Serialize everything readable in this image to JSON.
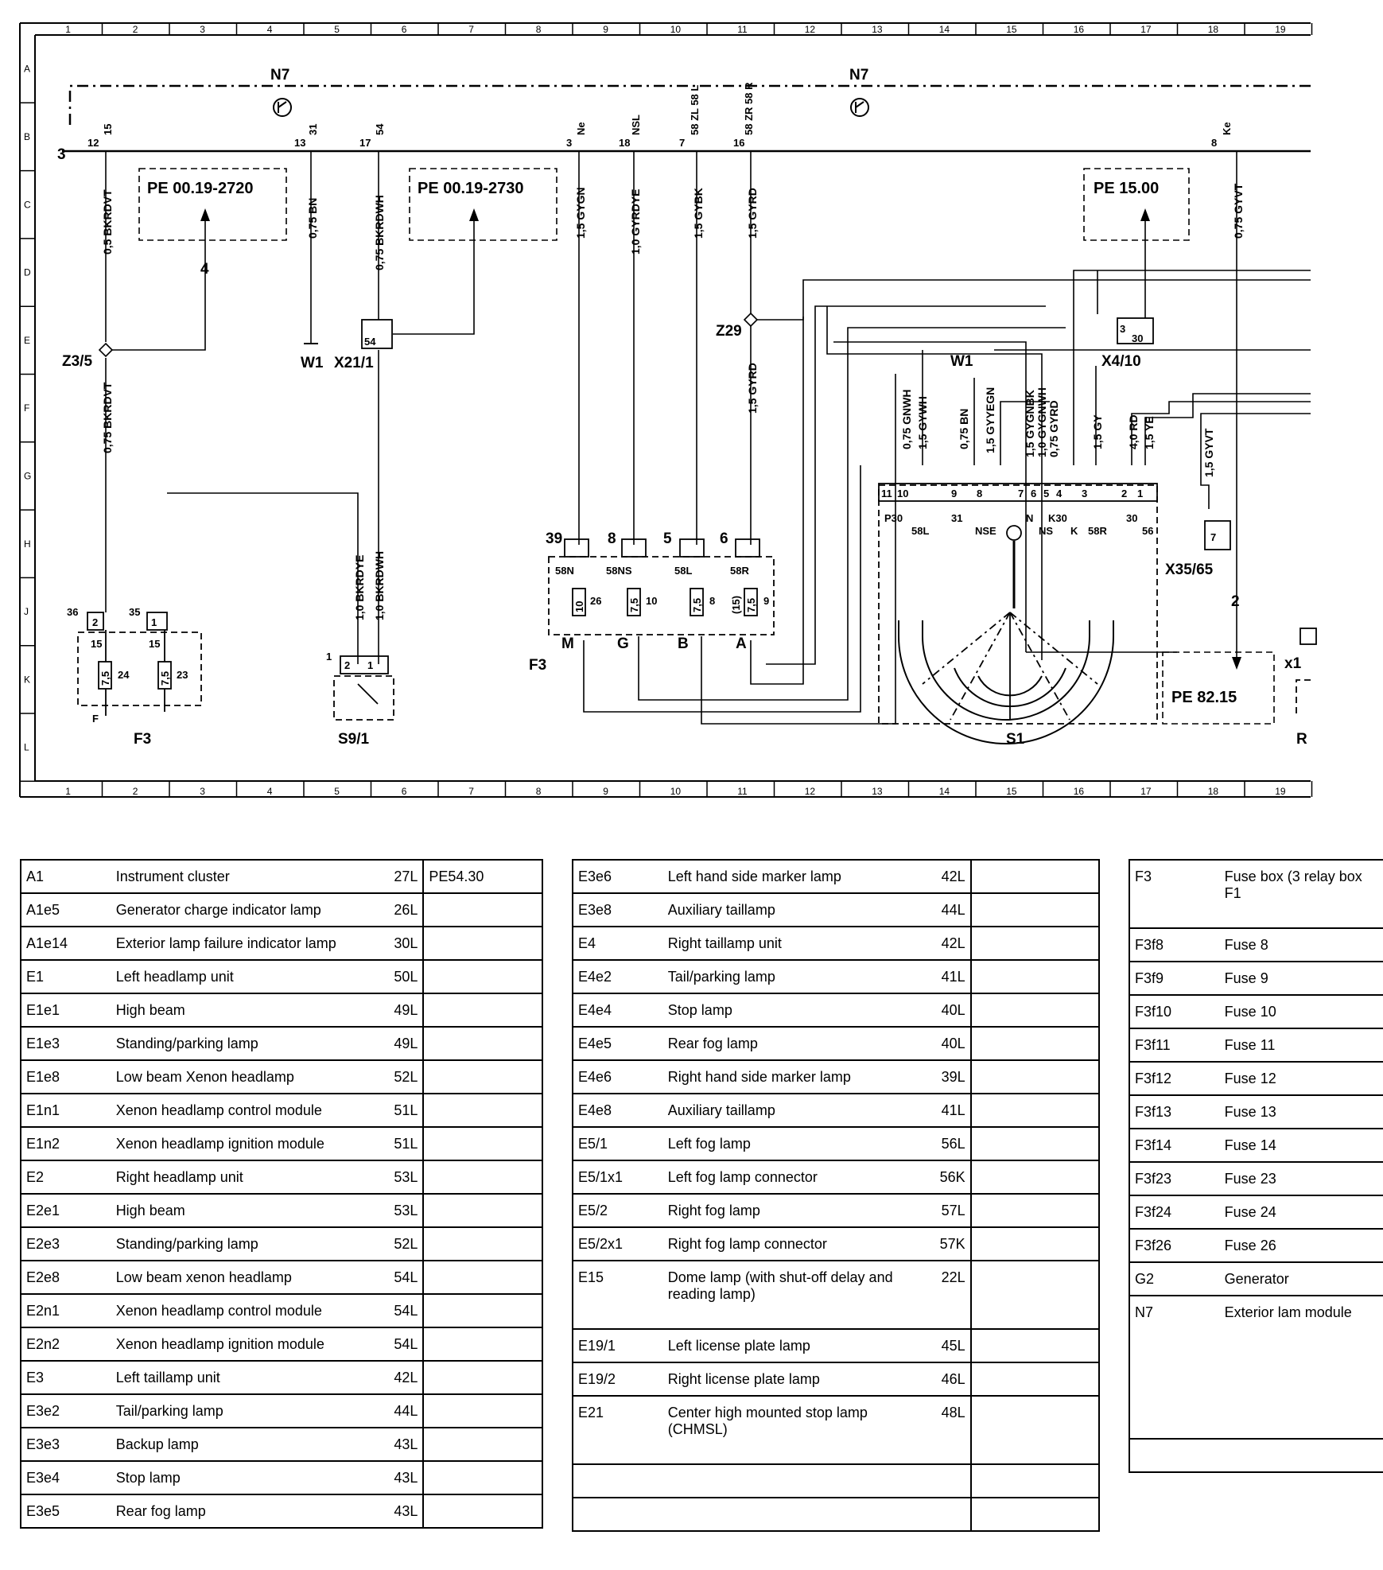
{
  "grid": {
    "columns": [
      "1",
      "2",
      "3",
      "4",
      "5",
      "6",
      "7",
      "8",
      "9",
      "10",
      "11",
      "12",
      "13",
      "14",
      "15",
      "16",
      "17",
      "18",
      "19"
    ],
    "rows": [
      "A",
      "B",
      "C",
      "D",
      "E",
      "F",
      "G",
      "H",
      "J",
      "K",
      "L"
    ]
  },
  "schematic": {
    "components": {
      "n7_left": "N7",
      "n7_right": "N7",
      "z3_5": "Z3/5",
      "z29": "Z29",
      "w1_left": "W1",
      "w1_right": "W1",
      "x21_1": "X21/1",
      "x4_10": "X4/10",
      "x35_65": "X35/65",
      "f3_left": "F3",
      "f3_mid": "F3",
      "s9_1": "S9/1",
      "s1": "S1",
      "x1": "x1",
      "r_edge": "R"
    },
    "references": {
      "pe1": "PE 00.19-2720",
      "pe2": "PE 00.19-2730",
      "pe3": "PE 15.00",
      "pe4": "PE 82.15"
    },
    "wires": {
      "w12": "0,5 BKRDVT",
      "w12b": "0,75 BKRDVT",
      "w13": "0,75 BN",
      "w17": "0,75 BKRDWH",
      "w3": "1,5 GYGN",
      "w18": "1,0 GYRDYE",
      "w7": "1,5 GYBK",
      "w16": "1,5 GYRD",
      "w16b": "1,5 GYRD",
      "w8": "0,75 GYVT",
      "s9a": "1,0 BKRDYE",
      "s9b": "1,0 BKRDWH",
      "s1_11": "0,75 GNWH",
      "s1_10": "1,5 GYWH",
      "s1_9": "0,75 BN",
      "s1_8": "1,5 GYYEGN",
      "s1_7": "1,5 GYGNBK",
      "s1_6": "1,0 GYGNWH",
      "s1_5": "0,75 GYRD",
      "s1_3": "1,5 GY",
      "s1_2": "4,0 RD",
      "s1_1": "1,5 YE",
      "x35": "1,5 GYVT"
    },
    "connectors": {
      "p12": "12",
      "p12s": "15",
      "p13": "13",
      "p13s": "31",
      "p17": "17",
      "p17s": "54",
      "p3": "3",
      "p3s": "Ne",
      "p18": "18",
      "p18s": "NSL",
      "p7": "7",
      "p7s": "58 ZL 58 L",
      "p16": "16",
      "p16s": "58 ZR 58 R",
      "p8": "8",
      "p8s": "Ke",
      "left3": "3",
      "arrow4": "4",
      "arrow2": "2",
      "x21pin": "54",
      "x4pin": "3",
      "x4pin2": "30",
      "x35pin": "7"
    },
    "fusebox_left": {
      "f36": "36",
      "f35": "35",
      "f15a": "15",
      "f15b": "15",
      "f2": "2",
      "f1": "1",
      "fuse24": "7,5",
      "fuse24n": "24",
      "fuse23": "7,5",
      "fuse23n": "23",
      "fout": "F"
    },
    "fusebox_mid": {
      "t39": "39",
      "t8": "8",
      "t5": "5",
      "t6": "6",
      "s58n": "58N",
      "s58ns": "58NS",
      "s58l": "58L",
      "s58r": "58R",
      "fuse26": "10",
      "fuse26n": "26",
      "fuse10": "7,5",
      "fuse10n": "10",
      "fuse8": "7,5",
      "fuse8n": "8",
      "fuse9": "7,5",
      "fuse9n": "9",
      "fuse9s": "(15)",
      "oM": "M",
      "oG": "G",
      "oB": "B",
      "oA": "A"
    },
    "s9_pins": {
      "a": "2",
      "b": "1",
      "top": "1"
    },
    "s1_pins": {
      "n11": "11",
      "n10": "10",
      "n9": "9",
      "n8": "8",
      "n7": "7",
      "n6": "6",
      "n5": "5",
      "n4": "4",
      "n3": "3",
      "n2": "2",
      "n1": "1",
      "p30": "P30",
      "t58l": "58L",
      "t31": "31",
      "nse": "NSE",
      "tn": "N",
      "ns": "NS",
      "k30": "K30",
      "k": "K",
      "t58r": "58R",
      "t30": "30",
      "t56": "56"
    }
  },
  "table1": [
    {
      "code": "A1",
      "desc": "Instrument cluster",
      "loc": "27L",
      "ref": "PE54.30"
    },
    {
      "code": "A1e5",
      "desc": "Generator charge indicator lamp",
      "loc": "26L",
      "ref": ""
    },
    {
      "code": "A1e14",
      "desc": "Exterior lamp failure indicator lamp",
      "loc": "30L",
      "ref": ""
    },
    {
      "code": "E1",
      "desc": "Left headlamp unit",
      "loc": "50L",
      "ref": ""
    },
    {
      "code": "E1e1",
      "desc": "High beam",
      "loc": "49L",
      "ref": ""
    },
    {
      "code": "E1e3",
      "desc": "Standing/parking lamp",
      "loc": "49L",
      "ref": ""
    },
    {
      "code": "E1e8",
      "desc": "Low beam Xenon headlamp",
      "loc": "52L",
      "ref": ""
    },
    {
      "code": "E1n1",
      "desc": "Xenon headlamp control module",
      "loc": "51L",
      "ref": ""
    },
    {
      "code": "E1n2",
      "desc": "Xenon headlamp ignition module",
      "loc": "51L",
      "ref": ""
    },
    {
      "code": "E2",
      "desc": "Right headlamp unit",
      "loc": "53L",
      "ref": ""
    },
    {
      "code": "E2e1",
      "desc": "High beam",
      "loc": "53L",
      "ref": ""
    },
    {
      "code": "E2e3",
      "desc": "Standing/parking lamp",
      "loc": "52L",
      "ref": ""
    },
    {
      "code": "E2e8",
      "desc": "Low beam xenon headlamp",
      "loc": "54L",
      "ref": ""
    },
    {
      "code": "E2n1",
      "desc": "Xenon headlamp control module",
      "loc": "54L",
      "ref": ""
    },
    {
      "code": "E2n2",
      "desc": "Xenon headlamp ignition module",
      "loc": "54L",
      "ref": ""
    },
    {
      "code": "E3",
      "desc": "Left taillamp unit",
      "loc": "42L",
      "ref": ""
    },
    {
      "code": "E3e2",
      "desc": "Tail/parking lamp",
      "loc": "44L",
      "ref": ""
    },
    {
      "code": "E3e3",
      "desc": "Backup lamp",
      "loc": "43L",
      "ref": ""
    },
    {
      "code": "E3e4",
      "desc": "Stop lamp",
      "loc": "43L",
      "ref": ""
    },
    {
      "code": "E3e5",
      "desc": "Rear fog lamp",
      "loc": "43L",
      "ref": ""
    }
  ],
  "table2": [
    {
      "code": "E3e6",
      "desc": "Left hand side marker lamp",
      "loc": "42L",
      "ref": ""
    },
    {
      "code": "E3e8",
      "desc": "Auxiliary taillamp",
      "loc": "44L",
      "ref": ""
    },
    {
      "code": "E4",
      "desc": "Right taillamp unit",
      "loc": "42L",
      "ref": ""
    },
    {
      "code": "E4e2",
      "desc": "Tail/parking lamp",
      "loc": "41L",
      "ref": ""
    },
    {
      "code": "E4e4",
      "desc": "Stop lamp",
      "loc": "40L",
      "ref": ""
    },
    {
      "code": "E4e5",
      "desc": "Rear fog lamp",
      "loc": "40L",
      "ref": ""
    },
    {
      "code": "E4e6",
      "desc": "Right hand side marker lamp",
      "loc": "39L",
      "ref": ""
    },
    {
      "code": "E4e8",
      "desc": "Auxiliary taillamp",
      "loc": "41L",
      "ref": ""
    },
    {
      "code": "E5/1",
      "desc": "Left fog lamp",
      "loc": "56L",
      "ref": ""
    },
    {
      "code": "E5/1x1",
      "desc": "Left fog lamp connector",
      "loc": "56K",
      "ref": ""
    },
    {
      "code": "E5/2",
      "desc": "Right fog lamp",
      "loc": "57L",
      "ref": ""
    },
    {
      "code": "E5/2x1",
      "desc": "Right fog lamp connector",
      "loc": "57K",
      "ref": ""
    },
    {
      "code": "E15",
      "desc": "Dome lamp (with shut-off delay and reading lamp)",
      "loc": "22L",
      "ref": "",
      "tall": true
    },
    {
      "code": "E19/1",
      "desc": "Left license plate lamp",
      "loc": "45L",
      "ref": ""
    },
    {
      "code": "E19/2",
      "desc": "Right license plate lamp",
      "loc": "46L",
      "ref": ""
    },
    {
      "code": "E21",
      "desc": "Center high mounted stop lamp (CHMSL)",
      "loc": "48L",
      "ref": "",
      "tall": true
    },
    {
      "code": "",
      "desc": "",
      "loc": "",
      "ref": ""
    },
    {
      "code": "",
      "desc": "",
      "loc": "",
      "ref": ""
    }
  ],
  "table3": [
    {
      "code": "F3",
      "desc": "Fuse box (3 relay box F1",
      "tall": true
    },
    {
      "code": "F3f8",
      "desc": "Fuse 8"
    },
    {
      "code": "F3f9",
      "desc": "Fuse 9"
    },
    {
      "code": "F3f10",
      "desc": "Fuse 10"
    },
    {
      "code": "F3f11",
      "desc": "Fuse 11"
    },
    {
      "code": "F3f12",
      "desc": "Fuse 12"
    },
    {
      "code": "F3f13",
      "desc": "Fuse 13"
    },
    {
      "code": "F3f14",
      "desc": "Fuse 14"
    },
    {
      "code": "F3f23",
      "desc": "Fuse 23"
    },
    {
      "code": "F3f24",
      "desc": "Fuse 24"
    },
    {
      "code": "F3f26",
      "desc": "Fuse 26"
    },
    {
      "code": "G2",
      "desc": "Generator"
    },
    {
      "code": "N7",
      "desc": "Exterior lam module",
      "xtall": true
    },
    {
      "code": "",
      "desc": ""
    }
  ]
}
